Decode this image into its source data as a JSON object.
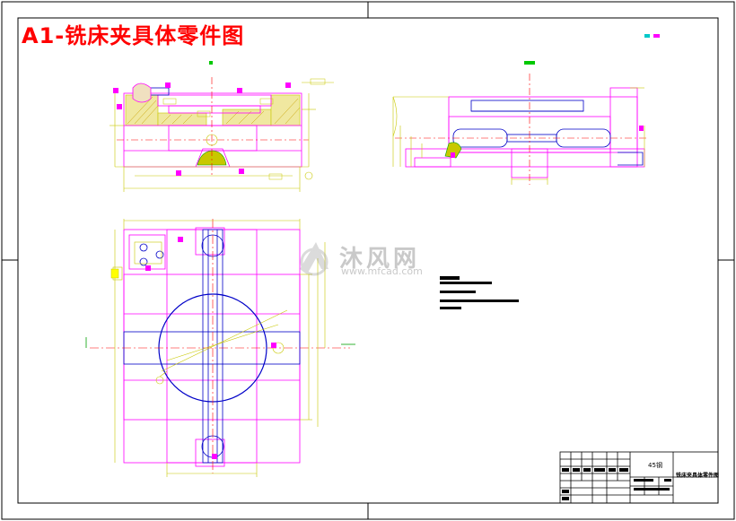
{
  "drawing": {
    "title": "A1-铣床夹具体零件图"
  },
  "watermark": {
    "brand": "沐风网",
    "url": "www.mfcad.com"
  },
  "title_block": {
    "material": "45钢",
    "part_name": "铣床夹具体零件图"
  },
  "colors": {
    "title": "#ff0000",
    "outline": "#ff00ff",
    "dimension": "#ffff00",
    "hidden": "#0000c8",
    "section_hatch": "#c8c800",
    "frame": "#000000"
  }
}
